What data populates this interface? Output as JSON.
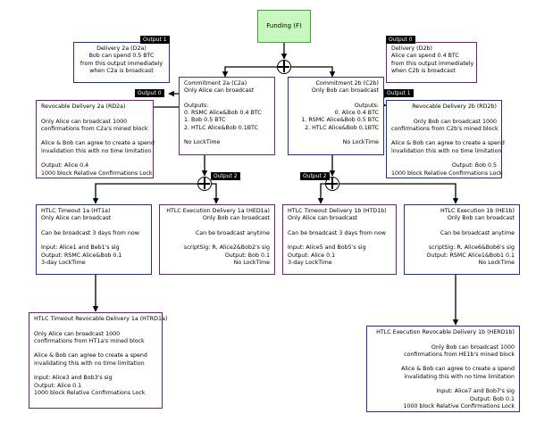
{
  "funding": {
    "title": "Funding (F)"
  },
  "d2a": {
    "lines": [
      "Delivery 2a (D2a)",
      "Bob can spend 0.5 BTC",
      "from this output immediately",
      "when C2a is broadcast"
    ]
  },
  "d2b": {
    "lines": [
      "Delivery (D2b)",
      "Alice can spend 0.4 BTC",
      "from this output immediately",
      "when C2b is broadcast"
    ]
  },
  "c2a": {
    "lines": [
      "Commitment 2a (C2a)",
      "Only Alice can broadcast",
      "",
      "Outputs:",
      "0. RSMC Alice&Bob 0.4 BTC",
      "1. Bob 0.5 BTC",
      "2. HTLC Alice&Bob 0.1BTC",
      "",
      "No LockTime"
    ]
  },
  "c2b": {
    "lines": [
      "Commitment 2b (C2b)",
      "Only Bob can broadcast",
      "",
      "Outputs:",
      "0. Alice 0.4 BTC",
      "1. RSMC Alice&Bob 0.5 BTC",
      "2. HTLC Alice&Bob 0.1BTC",
      "",
      "No LockTime"
    ]
  },
  "rd2a": {
    "lines": [
      "Revocable Delivery 2a (RD2a)",
      "",
      "Only Alice can broadcast 1000",
      "confirmations from C2a's mined block",
      "",
      "Alice & Bob can agree to create a spend",
      "invalidation this with no time limitation",
      "",
      "Output: Alice 0.4",
      "1000 block Relative Confirmations Lock"
    ]
  },
  "rd2b": {
    "lines": [
      "Revocable Delivery 2b (RD2b)",
      "",
      "Only Bob can broadcast 1000",
      "confirmations from C2b's mined block",
      "",
      "Alice & Bob can agree to create a spend",
      "invalidation this with no time limitation",
      "",
      "Output: Bob 0.5",
      "1000 block Relative Confirmations Lock"
    ]
  },
  "ht1a": {
    "lines": [
      "HTLC Timeout 1a (HT1a)",
      "Only Alice can broadcast",
      "",
      "Can be broadcast 3 days from now",
      "",
      "Input: Alice1 and Beb1's sig",
      "Output: RSMC Alice&Bob 0.1",
      "3-day LockTime"
    ]
  },
  "hed1a": {
    "lines": [
      "HTLC Execution Delivery 1a (HED1a)",
      "Only Bob can broadcast",
      "",
      "Can be broadcast anytime",
      "",
      "scriptSig: R, Alice2&Bob2's sig",
      "Output: Bob 0.1",
      "No LockTime"
    ]
  },
  "htd1b": {
    "lines": [
      "HTLC Timeout Delivery 1b (HTD1b)",
      "Only Alice can broadcast",
      "",
      "Can be broadcast 3 days from now",
      "",
      "Input: Alice5 and Bob5's sig",
      "Output: Alice 0.1",
      "3-day LockTime"
    ]
  },
  "he1b": {
    "lines": [
      "HTLC Execution 1b (HE1b)",
      "Only Bob can broadcast",
      "",
      "Can be broadcast anytime",
      "",
      "scriptSig: R, Alice6&Bob6's sig",
      "Output: RSMC Alice1&Bob1 0.1",
      "No LockTime"
    ]
  },
  "htrd1a": {
    "lines": [
      "HTLC Timeout Revocable Delivery 1a (HTRD1a)",
      "",
      "Only Alice can broadcast 1000",
      "confirmations from HT1a's mined block",
      "",
      "Alice & Bob can agree to create a spend",
      "invalidating this with no time limitation",
      "",
      "Input: Alice3 and Bob3's sig",
      "Output: Alice 0.1",
      "1000 block Relative Confirmations Lock"
    ]
  },
  "herd1b": {
    "lines": [
      "HTLC Execution Revocable Delivery 1b (HERD1b)",
      "",
      "Only Bob can broadcast 1000",
      "confirmations from HE1b's mined block",
      "",
      "Alice & Bob can agree to create a spend",
      "invalidating this with no time limitation",
      "",
      "Input: Alice7 and Bob7's sig",
      "Output: Bob 0.1",
      "1000 block Relative Confirmations Lock"
    ]
  },
  "tags": {
    "output1_left": "Output 1",
    "output0_right": "Output 0",
    "output0_left": "Output 0",
    "output1_right": "Output 1",
    "output2_left": "Output 2",
    "output2_right": "Output 2"
  }
}
